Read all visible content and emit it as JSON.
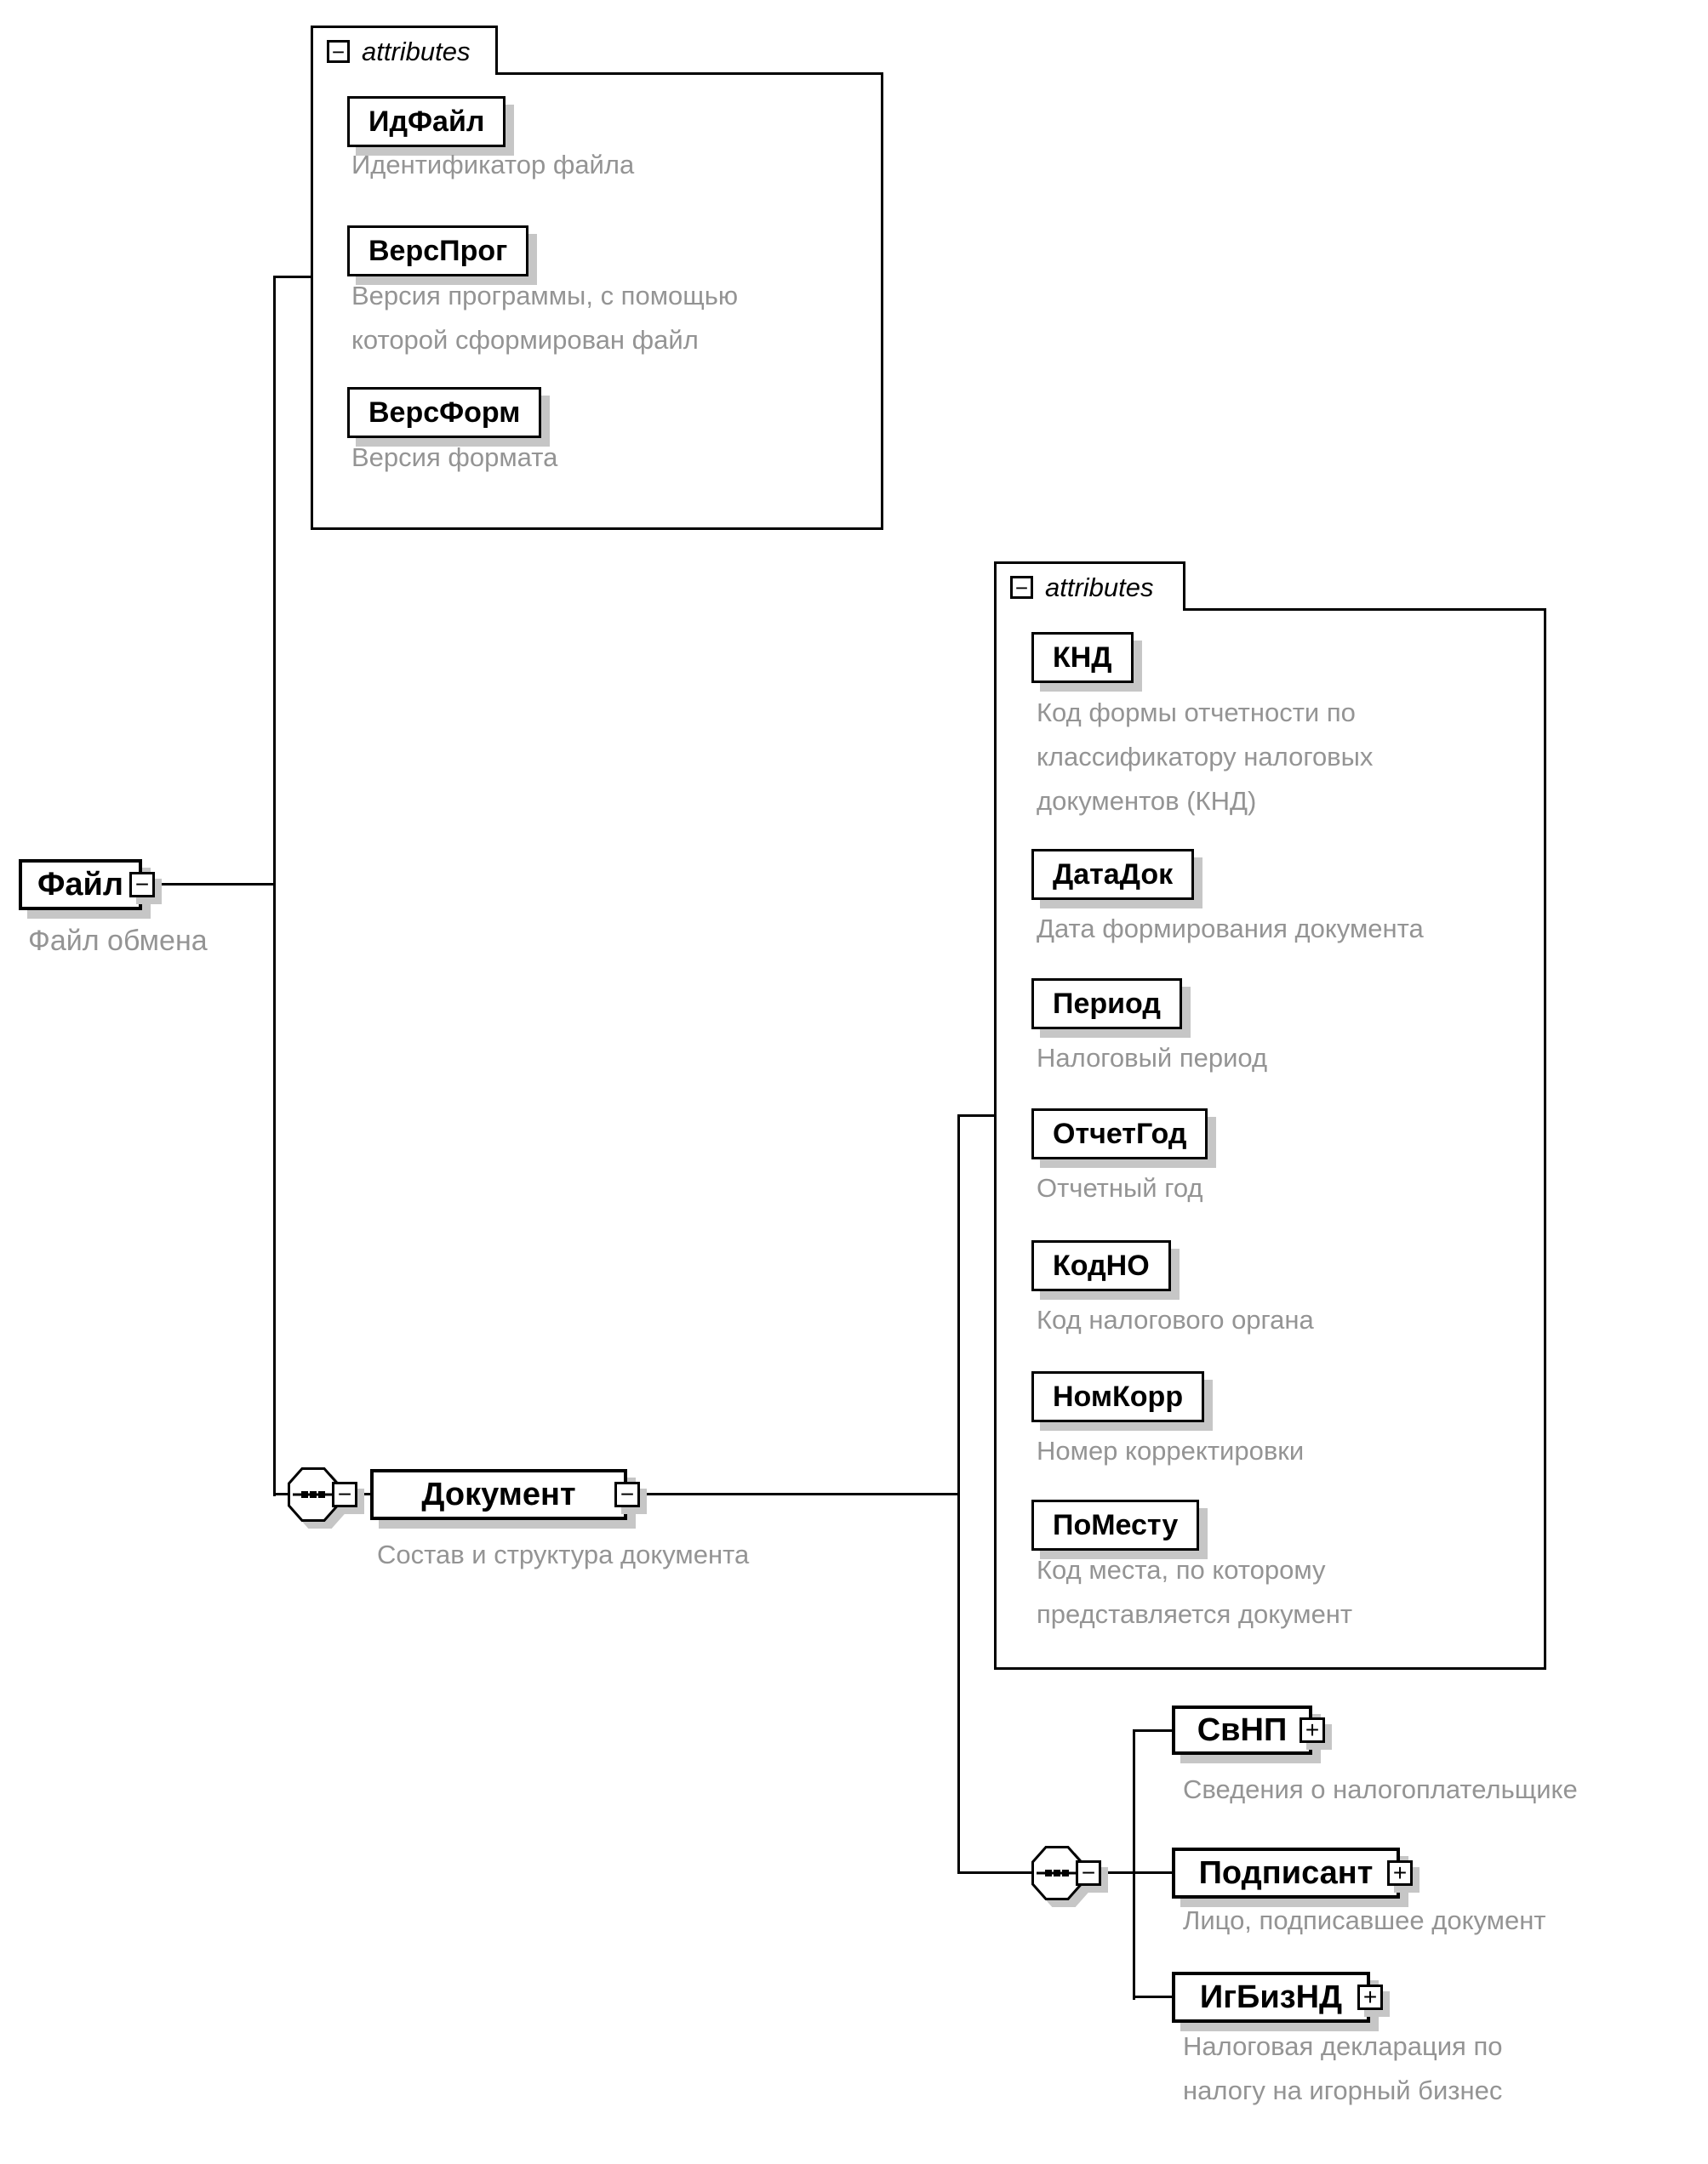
{
  "icons": {
    "collapse": "−",
    "expand": "+"
  },
  "panels": {
    "file_attrs": {
      "label": "attributes",
      "items": [
        {
          "name": "ИдФайл",
          "lines": [
            "Идентификатор файла"
          ]
        },
        {
          "name": "ВерсПрог",
          "lines": [
            "Версия программы, с помощью",
            "которой сформирован файл"
          ]
        },
        {
          "name": "ВерсФорм",
          "lines": [
            "Версия формата"
          ]
        }
      ]
    },
    "doc_attrs": {
      "label": "attributes",
      "items": [
        {
          "name": "КНД",
          "lines": [
            "Код формы отчетности по",
            "классификатору налоговых",
            "документов (КНД)"
          ]
        },
        {
          "name": "ДатаДок",
          "lines": [
            "Дата формирования документа"
          ]
        },
        {
          "name": "Период",
          "lines": [
            "Налоговый период"
          ]
        },
        {
          "name": "ОтчетГод",
          "lines": [
            "Отчетный год"
          ]
        },
        {
          "name": "КодНО",
          "lines": [
            "Код налогового органа"
          ]
        },
        {
          "name": "НомКорр",
          "lines": [
            "Номер корректировки"
          ]
        },
        {
          "name": "ПоМесту",
          "lines": [
            "Код места, по которому",
            "представляется документ"
          ]
        }
      ]
    }
  },
  "nodes": {
    "file": {
      "name": "Файл",
      "lines": [
        "Файл обмена"
      ]
    },
    "document": {
      "name": "Документ",
      "lines": [
        "Состав и структура документа"
      ]
    },
    "children": [
      {
        "name": "СвНП",
        "lines": [
          "Сведения о налогоплательщике"
        ]
      },
      {
        "name": "Подписант",
        "lines": [
          "Лицо, подписавшее документ"
        ]
      },
      {
        "name": "ИгБизНД",
        "lines": [
          "Налоговая декларация по",
          "налогу на игорный бизнес"
        ]
      }
    ]
  }
}
